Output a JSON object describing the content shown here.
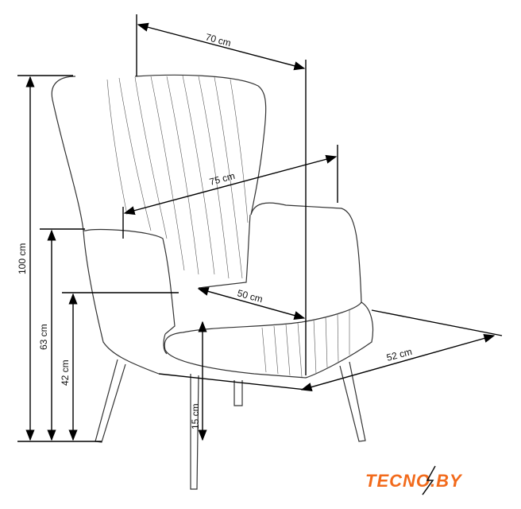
{
  "dimensions": {
    "width": "70 cm",
    "depth": "75 cm",
    "seat_width": "50 cm",
    "seat_depth": "52 cm",
    "height": "100 cm",
    "armrest_height": "63 cm",
    "seat_height": "42 cm",
    "leg_height": "15 cm"
  },
  "logo": {
    "text": "TECNO.BY",
    "color": "#f26a1b"
  }
}
